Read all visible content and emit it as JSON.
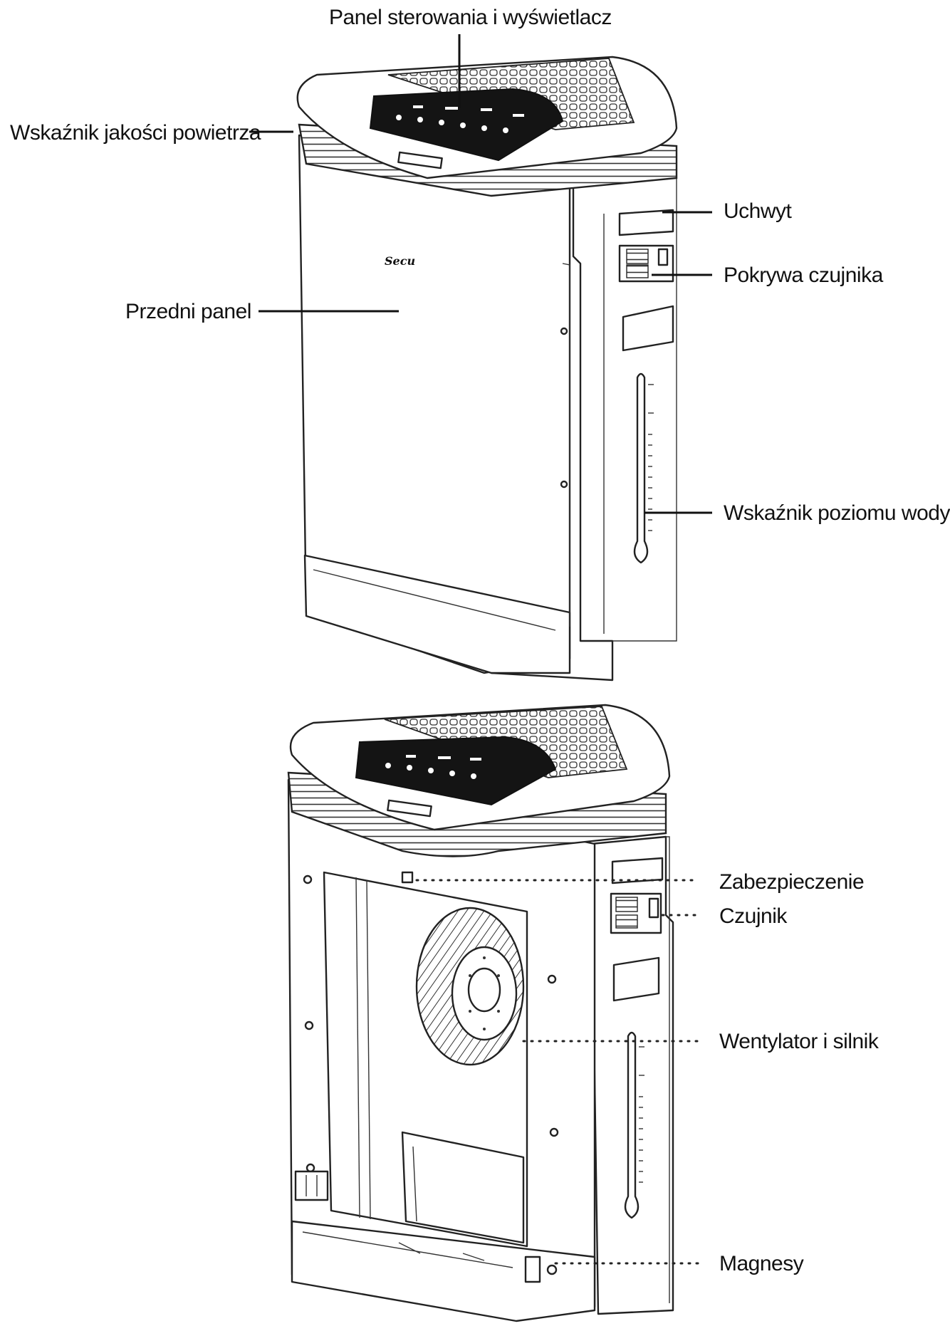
{
  "labels": {
    "control_panel": "Panel sterowania i wyświetlacz",
    "air_quality": "Wskaźnik jakości powietrza",
    "handle": "Uchwyt",
    "sensor_cover": "Pokrywa czujnika",
    "front_panel": "Przedni panel",
    "water_level": "Wskaźnik poziomu wody",
    "safety": "Zabezpieczenie",
    "sensor": "Czujnik",
    "fan_motor": "Wentylator i silnik",
    "magnets": "Magnesy"
  },
  "brand": "Secu"
}
